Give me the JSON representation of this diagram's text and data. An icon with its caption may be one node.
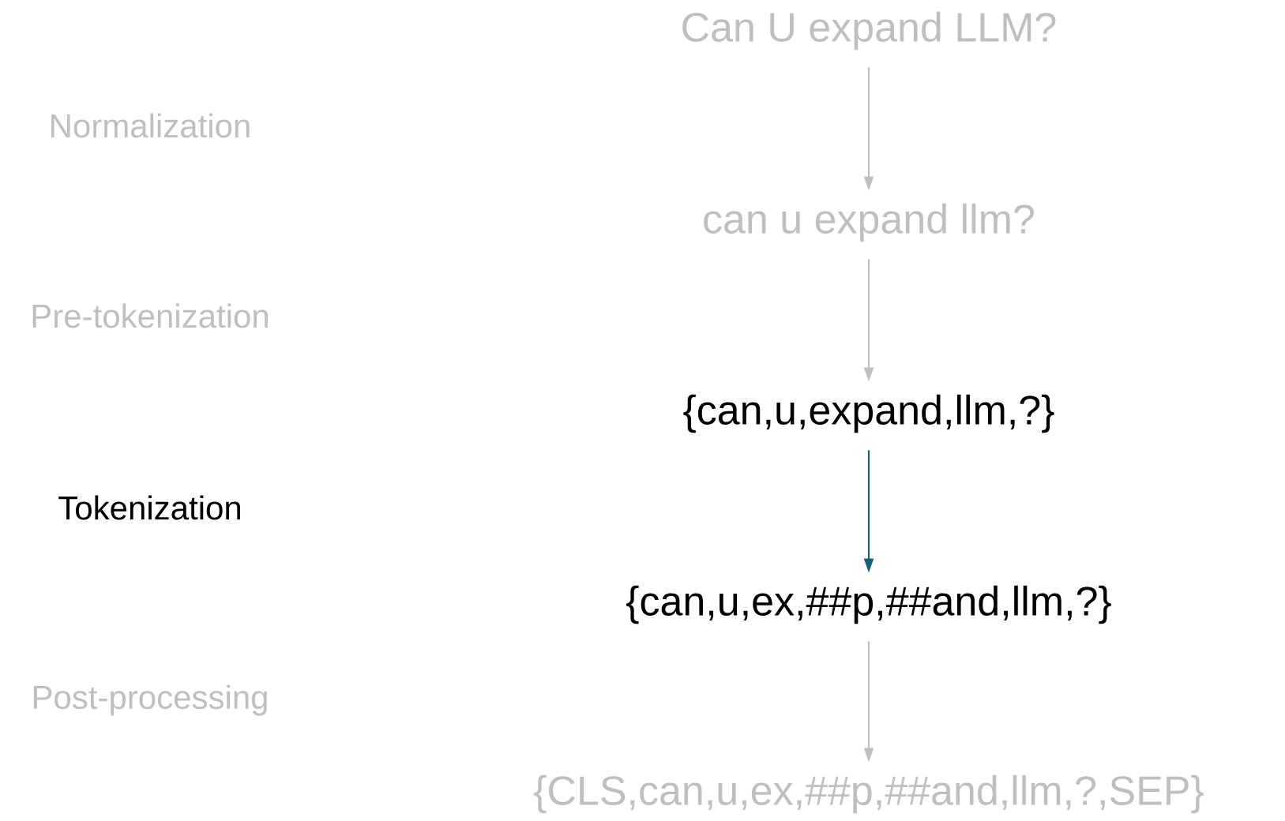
{
  "diagram": {
    "nodes": [
      {
        "text": [
          "Can U expand LLM?"
        ]
      },
      {
        "text": [
          "can u expand llm?"
        ]
      },
      {
        "text": [
          "{can,u,expand,llm,?}"
        ]
      },
      {
        "text": [
          "{can,u,ex,##p,##and,llm,?}"
        ]
      },
      {
        "text": [
          "{CLS,can,u,ex,##p,##and,llm,?,SEP}"
        ]
      }
    ],
    "edges": [
      {
        "from": 0,
        "to": 1,
        "arrow": "to"
      },
      {
        "from": 1,
        "to": 2,
        "arrow": "to"
      },
      {
        "from": 2,
        "to": 3,
        "arrow": "to",
        "color": "#1b5e78"
      },
      {
        "from": 3,
        "to": 4,
        "arrow": "to"
      }
    ],
    "labels": [
      "Normalization",
      "Pre-tokenization",
      "Tokenization",
      "Post-processing"
    ]
  }
}
